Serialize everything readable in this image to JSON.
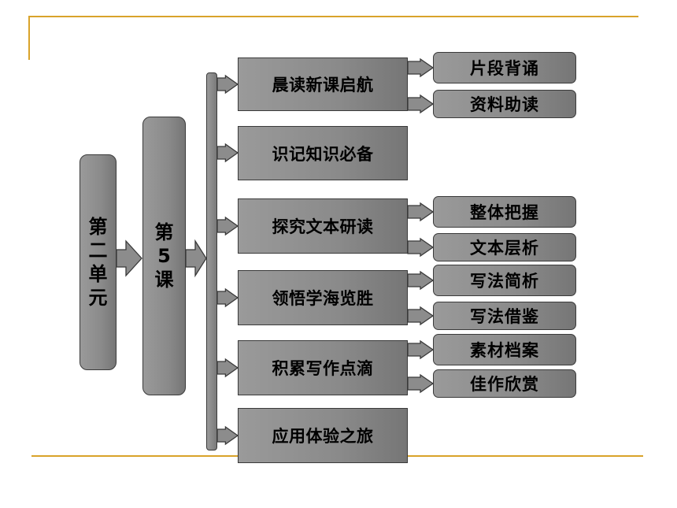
{
  "unit": "第二单元",
  "lesson": "第5课",
  "sections": [
    {
      "label": "晨读新课启航",
      "children": [
        "片段背诵",
        "资料助读"
      ]
    },
    {
      "label": "识记知识必备",
      "children": []
    },
    {
      "label": "探究文本研读",
      "children": [
        "整体把握",
        "文本层析"
      ]
    },
    {
      "label": "领悟学海览胜",
      "children": [
        "写法简析",
        "写法借鉴"
      ]
    },
    {
      "label": "积累写作点滴",
      "children": [
        "素材档案",
        "佳作欣赏"
      ]
    },
    {
      "label": "应用体验之旅",
      "children": []
    }
  ],
  "colors": {
    "accent_line": "#d9a32a",
    "box_fill": "#8c8c8c",
    "box_border": "#3a3a3a"
  }
}
